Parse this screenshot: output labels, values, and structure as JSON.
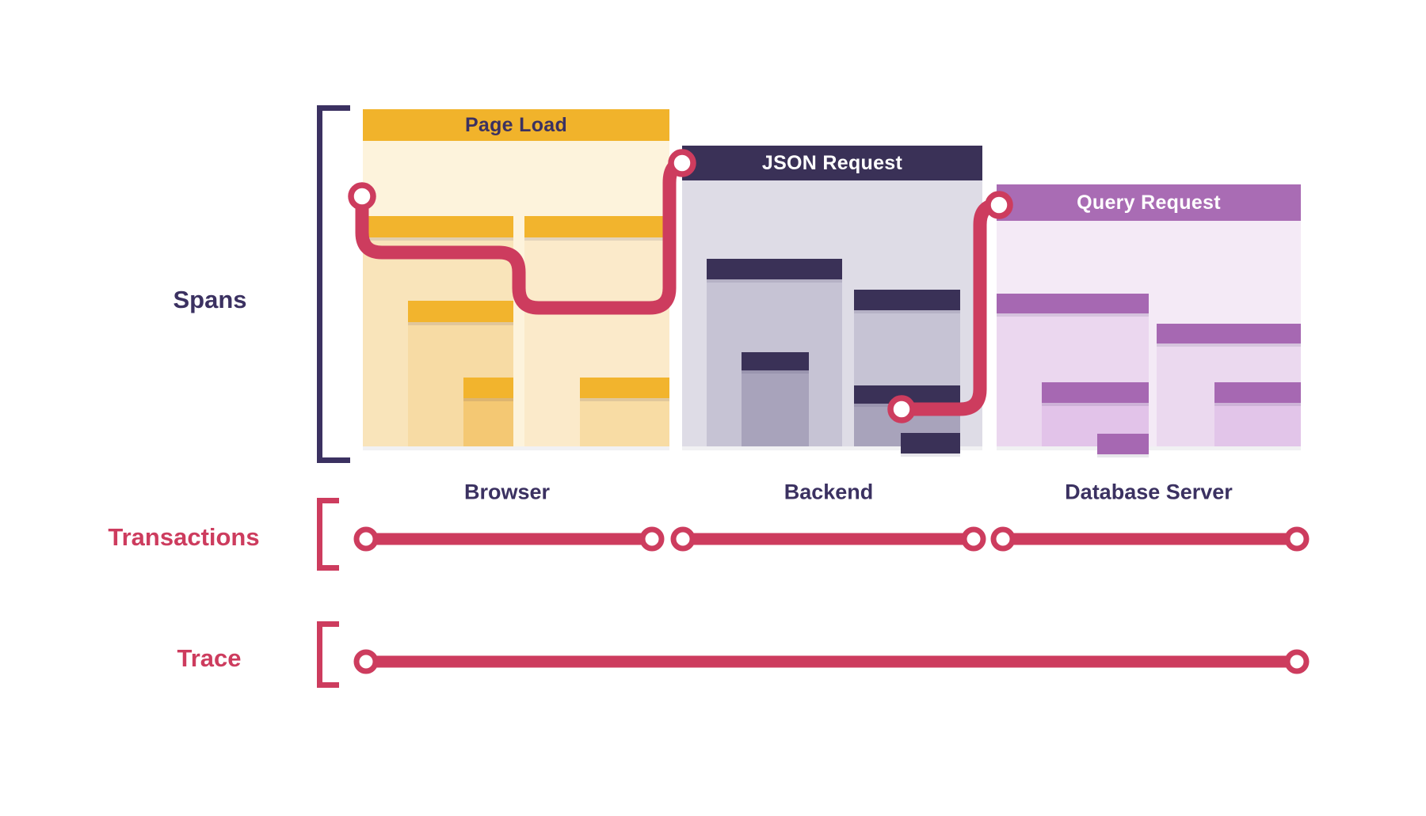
{
  "diagram": {
    "section_labels": {
      "spans": "Spans",
      "transactions": "Transactions",
      "trace": "Trace"
    },
    "services": [
      {
        "name": "Browser",
        "transaction_title": "Page Load"
      },
      {
        "name": "Backend",
        "transaction_title": "JSON Request"
      },
      {
        "name": "Database Server",
        "transaction_title": "Query Request"
      }
    ],
    "colors": {
      "crimson": "#CD3C5E",
      "navy": "#3B3161",
      "gold": "#F1B32B",
      "purple": "#A96CB4",
      "gold_body": "#FDF3DC",
      "grey_body": "#DEDCE6",
      "purple_body": "#F4EAF6",
      "circle_fill": "#FFFFFF"
    }
  }
}
